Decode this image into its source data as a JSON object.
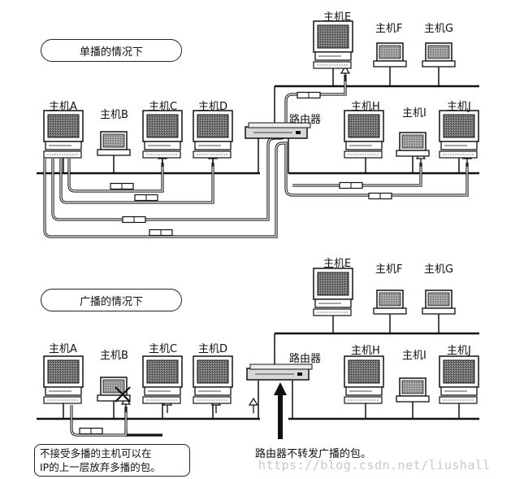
{
  "top_section": {
    "title": "单播的情况下",
    "hosts": {
      "a": "主机A",
      "b": "主机B",
      "c": "主机C",
      "d": "主机D",
      "e": "主机E",
      "f": "主机F",
      "g": "主机G",
      "h": "主机H",
      "i": "主机I",
      "j": "主机J"
    },
    "router_label": "路由器"
  },
  "bottom_section": {
    "title": "广播的情况下",
    "hosts": {
      "a": "主机A",
      "b": "主机B",
      "c": "主机C",
      "d": "主机D",
      "e": "主机E",
      "f": "主机F",
      "g": "主机G",
      "h": "主机H",
      "i": "主机I",
      "j": "主机J"
    },
    "router_label": "路由器",
    "note_line1": "不接受多播的主机可以在",
    "note_line2": "IP的上一层放弃多播的包。",
    "router_caption": "路由器不转发广播的包。"
  },
  "watermark": "https://blog.csdn.net/liushall"
}
